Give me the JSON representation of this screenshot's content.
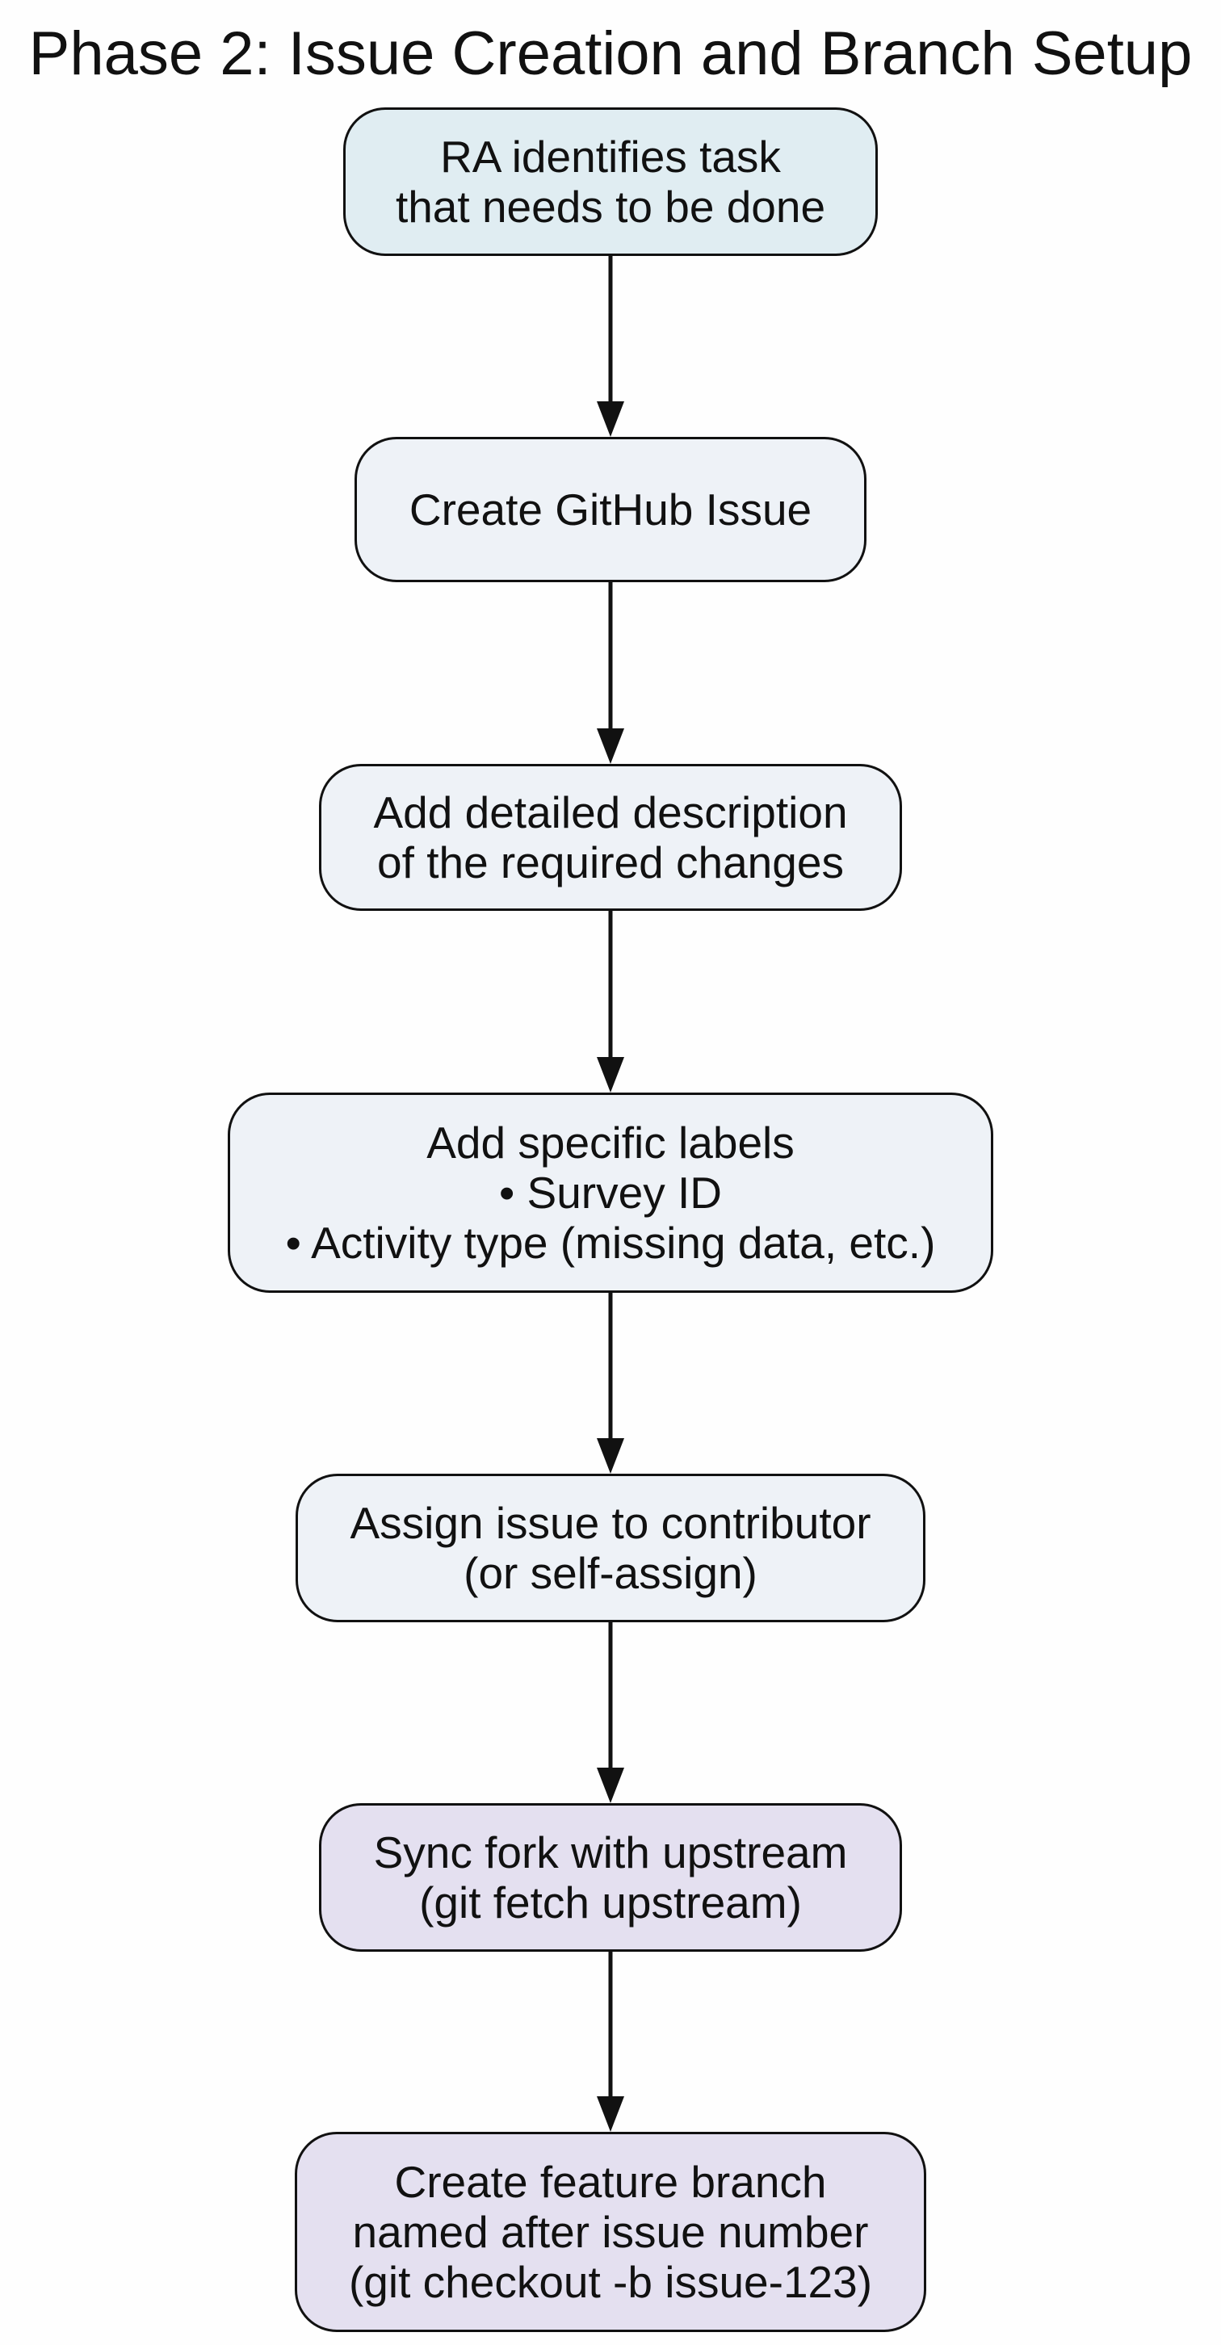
{
  "title": "Phase 2: Issue Creation and Branch Setup",
  "colors": {
    "start_fill": "#e0edf2",
    "step_fill": "#eef2f7",
    "git_fill": "#e4e0f0",
    "stroke": "#111111"
  },
  "nodes": [
    {
      "id": "identify-task",
      "lines": [
        "RA identifies task",
        "that needs to be done"
      ]
    },
    {
      "id": "create-issue",
      "lines": [
        "Create GitHub Issue"
      ]
    },
    {
      "id": "add-description",
      "lines": [
        "Add detailed description",
        "of the required changes"
      ]
    },
    {
      "id": "add-labels",
      "lines": [
        "Add specific labels",
        "• Survey ID",
        "• Activity type (missing data, etc.)"
      ]
    },
    {
      "id": "assign-issue",
      "lines": [
        "Assign issue to contributor",
        "(or self-assign)"
      ]
    },
    {
      "id": "sync-fork",
      "lines": [
        "Sync fork with upstream",
        "(git fetch upstream)"
      ]
    },
    {
      "id": "create-branch",
      "lines": [
        "Create feature branch",
        "named after issue number",
        "(git checkout -b issue-123)"
      ]
    }
  ],
  "edges": [
    [
      "identify-task",
      "create-issue"
    ],
    [
      "create-issue",
      "add-description"
    ],
    [
      "add-description",
      "add-labels"
    ],
    [
      "add-labels",
      "assign-issue"
    ],
    [
      "assign-issue",
      "sync-fork"
    ],
    [
      "sync-fork",
      "create-branch"
    ]
  ]
}
